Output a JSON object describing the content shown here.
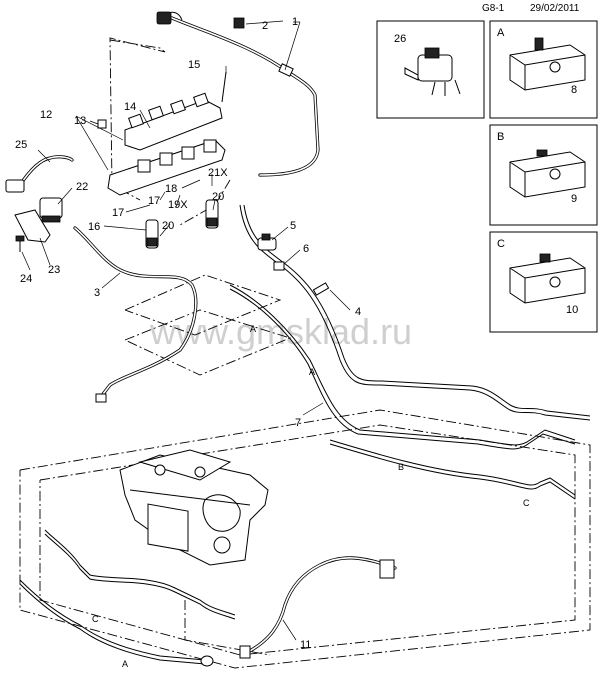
{
  "header": {
    "section_code": "G8-1",
    "date": "29/02/2011"
  },
  "watermark": "www.gmsklad.ru",
  "callouts": {
    "c1": "1",
    "c2": "2",
    "c3": "3",
    "c4": "4",
    "c5": "5",
    "c6": "6",
    "c7": "7",
    "c8": "8",
    "c9": "9",
    "c10": "10",
    "c11": "11",
    "c12": "12",
    "c13": "13",
    "c14": "14",
    "c15": "15",
    "c16": "16",
    "c17a": "17",
    "c17b": "17",
    "c18": "18",
    "c19x": "19X",
    "c20a": "20",
    "c20b": "20",
    "c21x": "21X",
    "c22": "22",
    "c23": "23",
    "c24": "24",
    "c25": "25",
    "c26": "26"
  },
  "line_labels": {
    "a1": "A",
    "a2": "A",
    "a3": "A",
    "b1": "B",
    "c1": "C",
    "c2": "C"
  },
  "detail_panels": {
    "panel_26": {
      "ref": "26"
    },
    "panel_a": {
      "letter": "A",
      "ref": "8"
    },
    "panel_b": {
      "letter": "B",
      "ref": "9"
    },
    "panel_c": {
      "letter": "C",
      "ref": "10"
    }
  }
}
